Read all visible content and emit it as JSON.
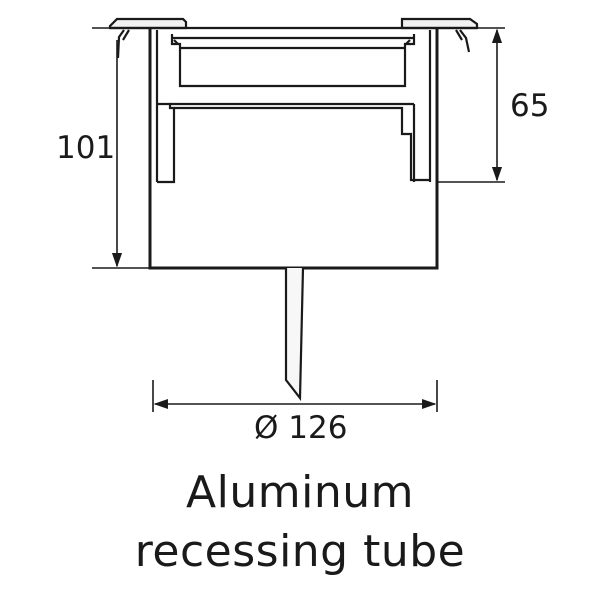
{
  "dimensions": {
    "overall_height": "101",
    "upper_height": "65",
    "diameter": "Ø 126"
  },
  "caption": {
    "line1": "Aluminum",
    "line2": "recessing tube"
  },
  "colors": {
    "line": "#1a1a1a",
    "background": "#ffffff"
  }
}
